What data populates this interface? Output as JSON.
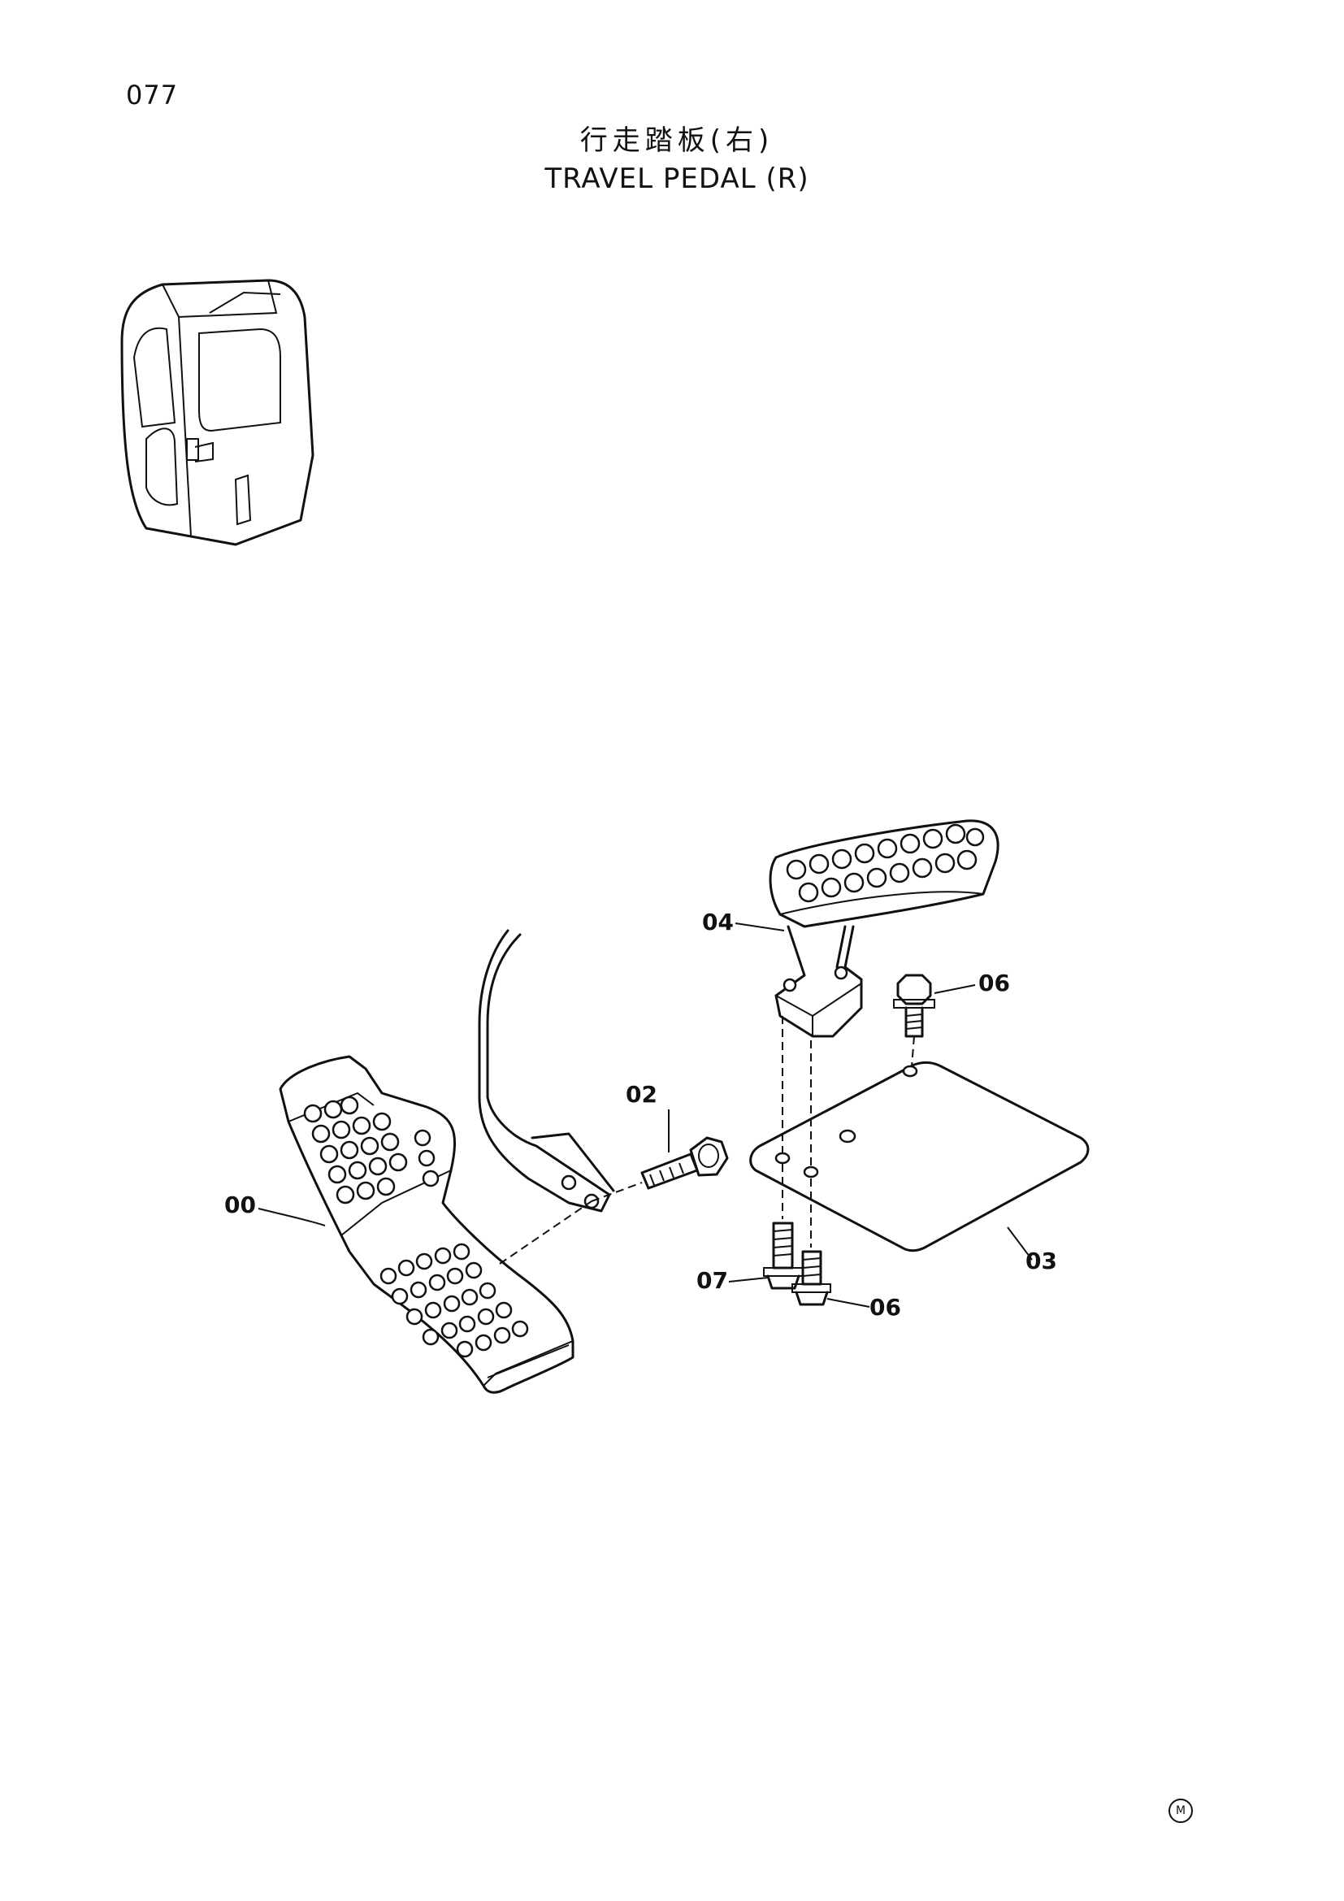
{
  "page": {
    "number": "077",
    "title_jp": "行走踏板(右)",
    "title_en": "TRAVEL PEDAL (R)"
  },
  "callouts": {
    "c00": "00",
    "c02": "02",
    "c03": "03",
    "c04": "04",
    "c06a": "06",
    "c06b": "06",
    "c07": "07"
  },
  "footer": {
    "mark": "M"
  }
}
